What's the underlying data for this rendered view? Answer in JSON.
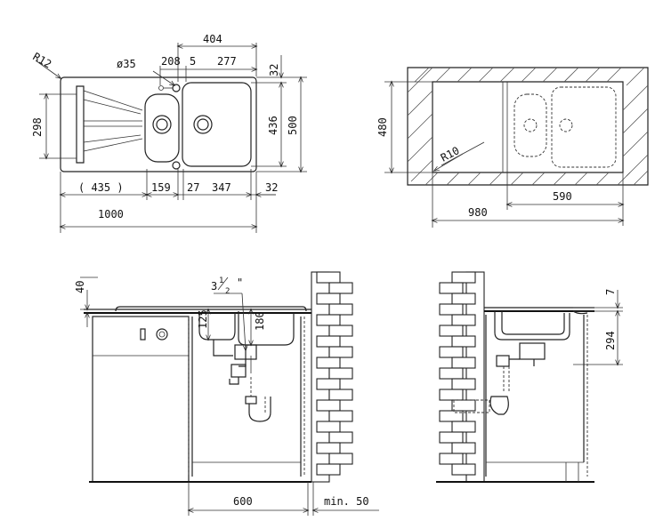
{
  "top_left_view": {
    "dimensions": {
      "radius_corner": "R12",
      "diameter": "ø35",
      "overall_top": "404",
      "dim_208": "208",
      "dim_5": "5",
      "dim_277": "277",
      "dim_32_top": "32",
      "dim_298": "298",
      "dim_436": "436",
      "dim_500": "500",
      "dim_435": "( 435 )",
      "dim_159": "159",
      "dim_27": "27",
      "dim_347": "347",
      "dim_32_bottom": "32",
      "dim_1000": "1000"
    }
  },
  "top_right_view": {
    "dimensions": {
      "dim_480": "480",
      "radius_corner": "R10",
      "dim_590": "590",
      "dim_980": "980"
    }
  },
  "bottom_left_view": {
    "dimensions": {
      "dim_40": "40",
      "waste_size_whole": "3",
      "waste_size_num": "1",
      "waste_size_den": "2",
      "waste_size_unit": "\"",
      "dim_125": "125",
      "dim_180": "180",
      "dim_600": "600",
      "dim_min50": "min. 50"
    }
  },
  "bottom_right_view": {
    "dimensions": {
      "dim_7": "7",
      "dim_294": "294"
    }
  }
}
